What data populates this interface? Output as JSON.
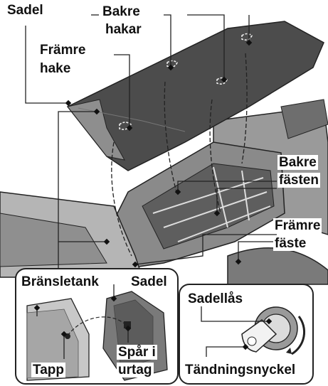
{
  "labels": {
    "sadel_top": "Sadel",
    "bakre_hakar_line1": "Bakre",
    "bakre_hakar_line2": "hakar",
    "framre_hake_line1": "Främre",
    "framre_hake_line2": "hake",
    "bakre_fasten_line1": "Bakre",
    "bakre_fasten_line2": "fästen",
    "framre_faste_line1": "Främre",
    "framre_faste_line2": "fäste"
  },
  "inset_left": {
    "bransletank": "Bränsletank",
    "sadel": "Sadel",
    "tapp": "Tapp",
    "spar_line1": "Spår i",
    "spar_line2": "urtag"
  },
  "inset_right": {
    "sadellas": "Sadellås",
    "tandningsnyckel": "Tändningsnyckel"
  },
  "colors": {
    "outline": "#222222",
    "body_dark": "#5a5a5a",
    "body_mid": "#8c8c8c",
    "body_light": "#c8c8c8",
    "seat": "#4a4a4a"
  }
}
